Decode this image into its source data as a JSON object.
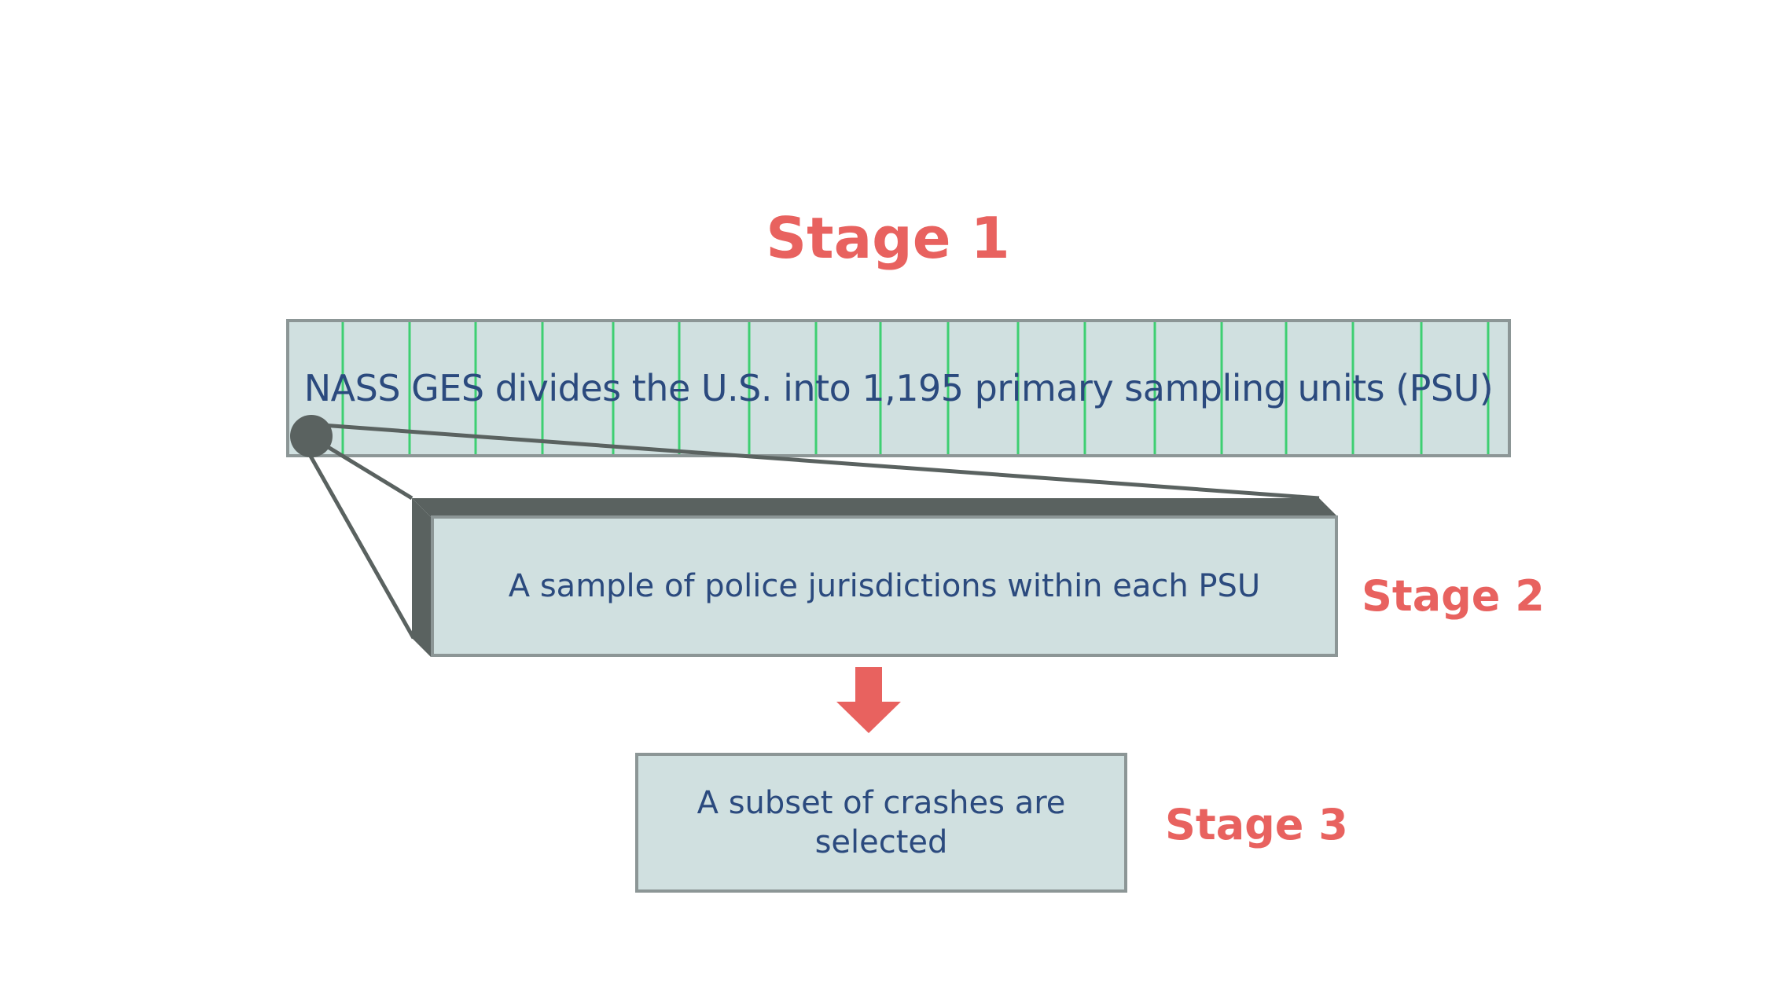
{
  "stage1": {
    "title": "Stage 1",
    "description": "NASS GES divides the U.S. into 1,195 primary sampling units (PSU)"
  },
  "stage2": {
    "title": "Stage 2",
    "description": "A sample of police jurisdictions within each PSU"
  },
  "stage3": {
    "title": "Stage 3",
    "description": "A subset of crashes are selected"
  },
  "colors": {
    "stage_title": "#e8625f",
    "box_fill": "#d0e0e0",
    "box_border": "#8c9696",
    "box_text": "#2b4a7e",
    "grid_line": "#3ecf72",
    "zoom_dark": "#5a6260",
    "arrow": "#e8625f"
  },
  "icons": {
    "zoom_marker": "zoom-callout-circle-icon",
    "down_arrow": "down-arrow-icon"
  }
}
